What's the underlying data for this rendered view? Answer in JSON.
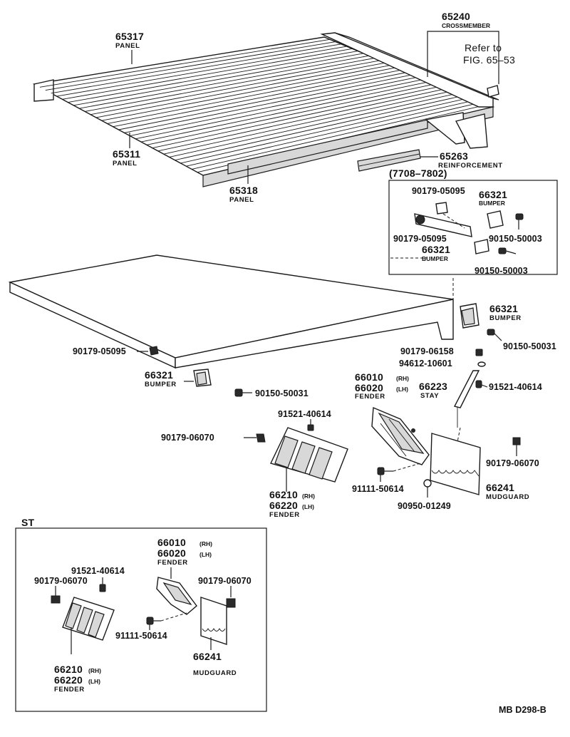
{
  "parts": {
    "p65317": {
      "number": "65317",
      "name": "PANEL"
    },
    "p65240": {
      "number": "65240",
      "name": "CROSSMEMBER"
    },
    "refer": {
      "line1": "Refer to",
      "line2": "FIG. 65–53"
    },
    "p65311": {
      "number": "65311",
      "name": "PANEL"
    },
    "p65263": {
      "number": "65263",
      "name": "REINFORCEMENT"
    },
    "p65318": {
      "number": "65318",
      "name": "PANEL"
    },
    "range": "(7708–7802)",
    "inset": {
      "n1": "90179-05095",
      "b1": {
        "number": "66321",
        "name": "BUMPER"
      },
      "s1": "90150-50003",
      "n2": "90179-05095",
      "b2": {
        "number": "66321",
        "name": "BUMPER"
      },
      "s2": "90150-50003"
    },
    "bumper_r": {
      "number": "66321",
      "name": "BUMPER"
    },
    "bolt_r": "90150-50031",
    "nut_l": "90179-05095",
    "bumper_l": {
      "number": "66321",
      "name": "BUMPER"
    },
    "bolt_c": "90150-50031",
    "n06158": "90179-06158",
    "w10601": "94612-10601",
    "fender_main": {
      "rh": "66010",
      "rh_tag": "(RH)",
      "lh": "66020",
      "lh_tag": "(LH)",
      "name": "FENDER"
    },
    "stay": {
      "number": "66223",
      "name": "STAY"
    },
    "bolt_stay": "91521-40614",
    "bolt_f": "91521-40614",
    "nut_f": "90179-06070",
    "nut_mud": "90179-06070",
    "fender_small": {
      "rh": "66210",
      "rh_tag": "(RH)",
      "lh": "66220",
      "lh_tag": "(LH)",
      "name": "FENDER"
    },
    "screw_11": "91111-50614",
    "washer_09": "90950-01249",
    "mudguard": {
      "number": "66241",
      "name": "MUDGUARD"
    }
  },
  "st": {
    "title": "ST",
    "fender_main": {
      "rh": "66010",
      "rh_tag": "(RH)",
      "lh": "66020",
      "lh_tag": "(LH)",
      "name": "FENDER"
    },
    "bolt": "91521-40614",
    "nut_l": "90179-06070",
    "nut_r": "90179-06070",
    "screw": "91111-50614",
    "fender_small": {
      "rh": "66210",
      "rh_tag": "(RH)",
      "lh": "66220",
      "lh_tag": "(LH)",
      "name": "FENDER"
    },
    "mudguard": {
      "number": "66241",
      "name": "MUDGUARD"
    }
  },
  "footer": "MB D298-B"
}
